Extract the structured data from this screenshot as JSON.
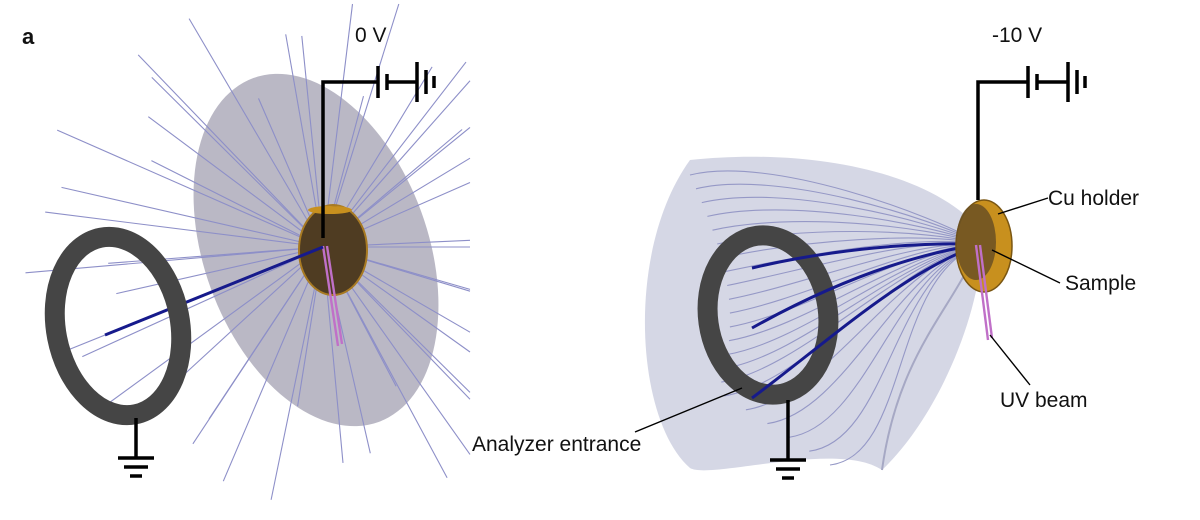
{
  "figure": {
    "panel_letter": "a",
    "left_panel": {
      "voltage_label": "0 V"
    },
    "right_panel": {
      "voltage_label": "-10 V",
      "labels": {
        "cu_holder": "Cu holder",
        "sample": "Sample",
        "uv_beam": "UV beam",
        "analyzer_entrance": "Analyzer entrance"
      }
    }
  },
  "colors": {
    "disk_gray": "#b4b2c0",
    "ring": "#454545",
    "holder_gold": "#c8901e",
    "holder_dark": "#4a3a22",
    "trajectory_light": "#8d8fc8",
    "trajectory_dark": "#161a8c",
    "uv_beam": "#c070c8",
    "wire": "#000000"
  }
}
